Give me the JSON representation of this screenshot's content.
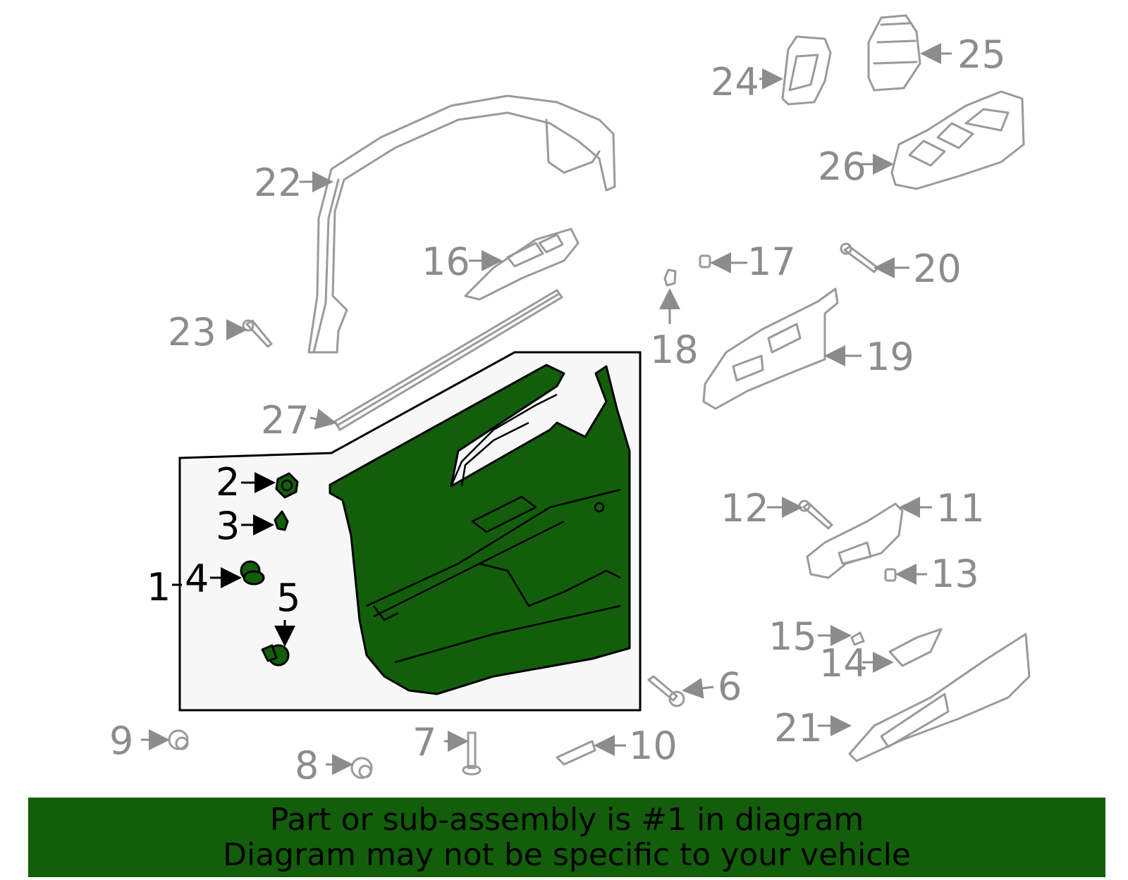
{
  "callouts": {
    "c1": "1",
    "c2": "2",
    "c3": "3",
    "c4": "4",
    "c5": "5",
    "c6": "6",
    "c7": "7",
    "c8": "8",
    "c9": "9",
    "c10": "10",
    "c11": "11",
    "c12": "12",
    "c13": "13",
    "c14": "14",
    "c15": "15",
    "c16": "16",
    "c17": "17",
    "c18": "18",
    "c19": "19",
    "c20": "20",
    "c21": "21",
    "c22": "22",
    "c23": "23",
    "c24": "24",
    "c25": "25",
    "c26": "26",
    "c27": "27"
  },
  "highlighted_part": "1",
  "colors": {
    "highlight_green": "#135e0b",
    "outline_gray": "#9a9a9a",
    "box_fill": "#f7f7f7"
  },
  "footer": {
    "line1": "Part or sub-assembly is #1 in diagram",
    "line2": "Diagram may not be specific to your vehicle"
  }
}
